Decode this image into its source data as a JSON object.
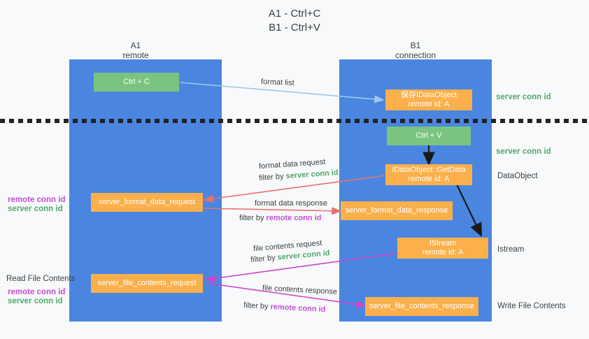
{
  "diagram": {
    "title": "A1 - Ctrl+C\nB1 - Ctrl+V",
    "background": "#f8f9fa",
    "lane_color": "#4a86e0",
    "green_color": "#7ac47f",
    "orange_color": "#fbb04c",
    "server_conn_color": "#4fa96a",
    "remote_conn_color": "#c24fd4"
  },
  "columns": [
    {
      "name": "a1",
      "header": "A1\nremote"
    },
    {
      "name": "b1",
      "header": "B1\nconnection"
    }
  ],
  "boxes": [
    {
      "name": "ctrl-c",
      "label": "Ctrl + C",
      "type": "green"
    },
    {
      "name": "save-idataobject",
      "label": "保存IDataObject\nremote id: A",
      "type": "orange"
    },
    {
      "name": "ctrl-v",
      "label": "Ctrl + V",
      "type": "green"
    },
    {
      "name": "idataobject-getdata",
      "label": "IDataObject::GetData\nremote id: A",
      "type": "orange"
    },
    {
      "name": "server-format-data-request",
      "label": "server_format_data_request",
      "type": "orange"
    },
    {
      "name": "server-format-data-response",
      "label": "server_format_data_response",
      "type": "orange"
    },
    {
      "name": "istream",
      "label": "IStream\nremote id: A",
      "type": "orange"
    },
    {
      "name": "server-file-contents-request",
      "label": "server_file_contents_request",
      "type": "orange"
    },
    {
      "name": "server-file-contents-response",
      "label": "server_file_contents_response",
      "type": "orange"
    }
  ],
  "right_labels": [
    {
      "name": "server-conn-id-top",
      "text": "server conn id",
      "kind": "server"
    },
    {
      "name": "server-conn-id-second",
      "text": "server conn id",
      "kind": "server"
    },
    {
      "name": "dataobject",
      "text": "DataObject",
      "kind": "plain"
    },
    {
      "name": "istream-label",
      "text": "Istream",
      "kind": "plain"
    },
    {
      "name": "write-file-contents",
      "text": "Write File Contents",
      "kind": "plain"
    }
  ],
  "left_labels": {
    "format_remote": "remote conn id",
    "format_server": "server conn id",
    "read_file_contents": "Read File Contents",
    "file_remote": "remote conn id",
    "file_server": "server conn id"
  },
  "edge_labels": {
    "format_list": "format list",
    "format_data_request": "format data request",
    "format_data_request_filter_prefix": "filter by ",
    "format_data_request_filter_value": "server conn id",
    "format_data_response": "format data response",
    "format_data_response_filter_prefix": "filter by ",
    "format_data_response_filter_value": "remote conn id",
    "file_contents_request": "file contents request",
    "file_contents_request_filter_prefix": "filter by ",
    "file_contents_request_filter_value": "server conn id",
    "file_contents_response": "file contents response",
    "file_contents_response_filter_prefix": "filter by ",
    "file_contents_response_filter_value": "remote conn id"
  }
}
